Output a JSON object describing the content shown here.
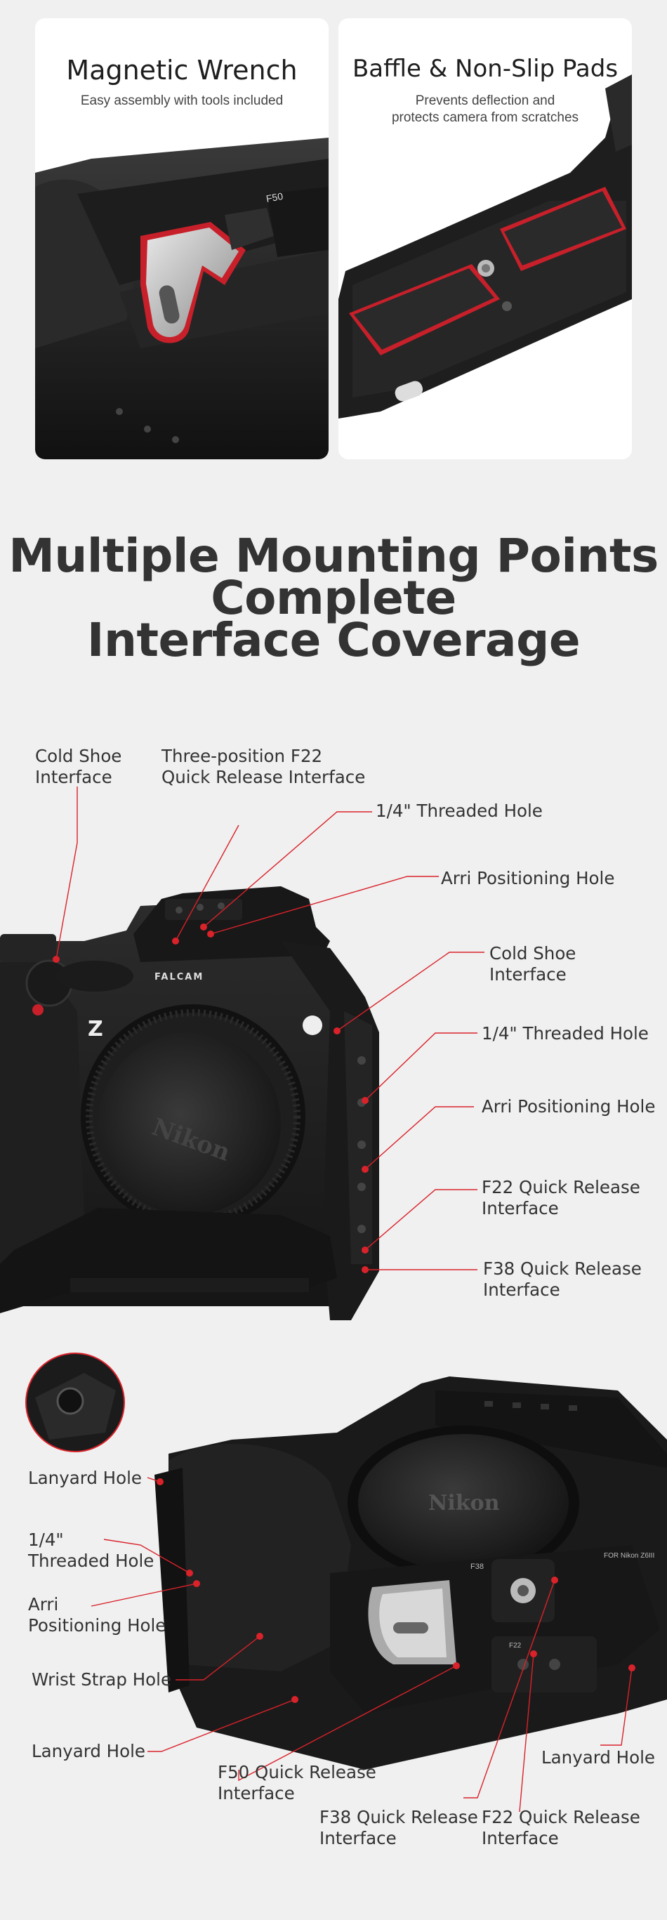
{
  "cards": [
    {
      "title": "Magnetic Wrench",
      "subtitle": "Easy assembly with tools included"
    },
    {
      "title": "Baffle & Non-Slip Pads",
      "subtitle_line1": "Prevents deflection and",
      "subtitle_line2": "protects camera from scratches"
    }
  ],
  "product_marks": {
    "f50": "F50",
    "falcam": "FALCAM",
    "z": "Z",
    "nikon": "Nikon",
    "for_nikon": "FOR Nikon Z6III",
    "f38": "F38",
    "f22": "F22"
  },
  "heading": {
    "line1": "Multiple Mounting Points",
    "line2": "Complete",
    "line3": "Interface Coverage"
  },
  "callouts_top": {
    "cold_shoe_left_1": "Cold Shoe",
    "cold_shoe_left_2": "Interface",
    "three_pos_1": "Three-position F22",
    "three_pos_2": "Quick Release Interface",
    "threaded_top": "1/4\" Threaded Hole",
    "arri_top": "Arri Positioning Hole",
    "cold_shoe_right_1": "Cold Shoe",
    "cold_shoe_right_2": "Interface",
    "threaded_side": "1/4\" Threaded Hole",
    "arri_side": "Arri Positioning Hole",
    "f22_side_1": "F22 Quick Release",
    "f22_side_2": "Interface",
    "f38_side_1": "F38 Quick Release",
    "f38_side_2": "Interface"
  },
  "callouts_bottom": {
    "lanyard_1": "Lanyard Hole",
    "threaded_1": "1/4\"",
    "threaded_2": "Threaded Hole",
    "arri_1": "Arri",
    "arri_2": "Positioning Hole",
    "wrist": "Wrist Strap Hole",
    "lanyard_2": "Lanyard Hole",
    "f50_1": "F50 Quick Release",
    "f50_2": "Interface",
    "f38_1": "F38 Quick Release",
    "f38_2": "Interface",
    "f22_1": "F22 Quick Release",
    "f22_2": "Interface",
    "lanyard_3": "Lanyard Hole"
  },
  "colors": {
    "accent": "#d9222a",
    "background": "#f0f0f0",
    "card": "#ffffff",
    "metal": "#1c1c1c"
  }
}
